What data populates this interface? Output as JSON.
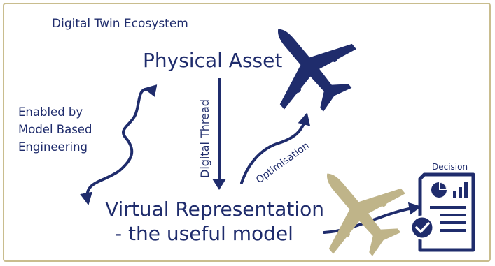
{
  "title": "Digital Twin Ecosystem",
  "physical_asset": "Physical Asset",
  "digital_thread": "Digital Thread",
  "enabled_by": [
    "Enabled by",
    "Model Based",
    "Engineering"
  ],
  "optimisation": "Optimisation",
  "virtual_representation": [
    "Virtual Representation",
    "- the useful model"
  ],
  "decision": "Decision",
  "colors": {
    "navy": "#1f2c6c",
    "gold": "#bfb489",
    "border": "#c9bd8e"
  }
}
